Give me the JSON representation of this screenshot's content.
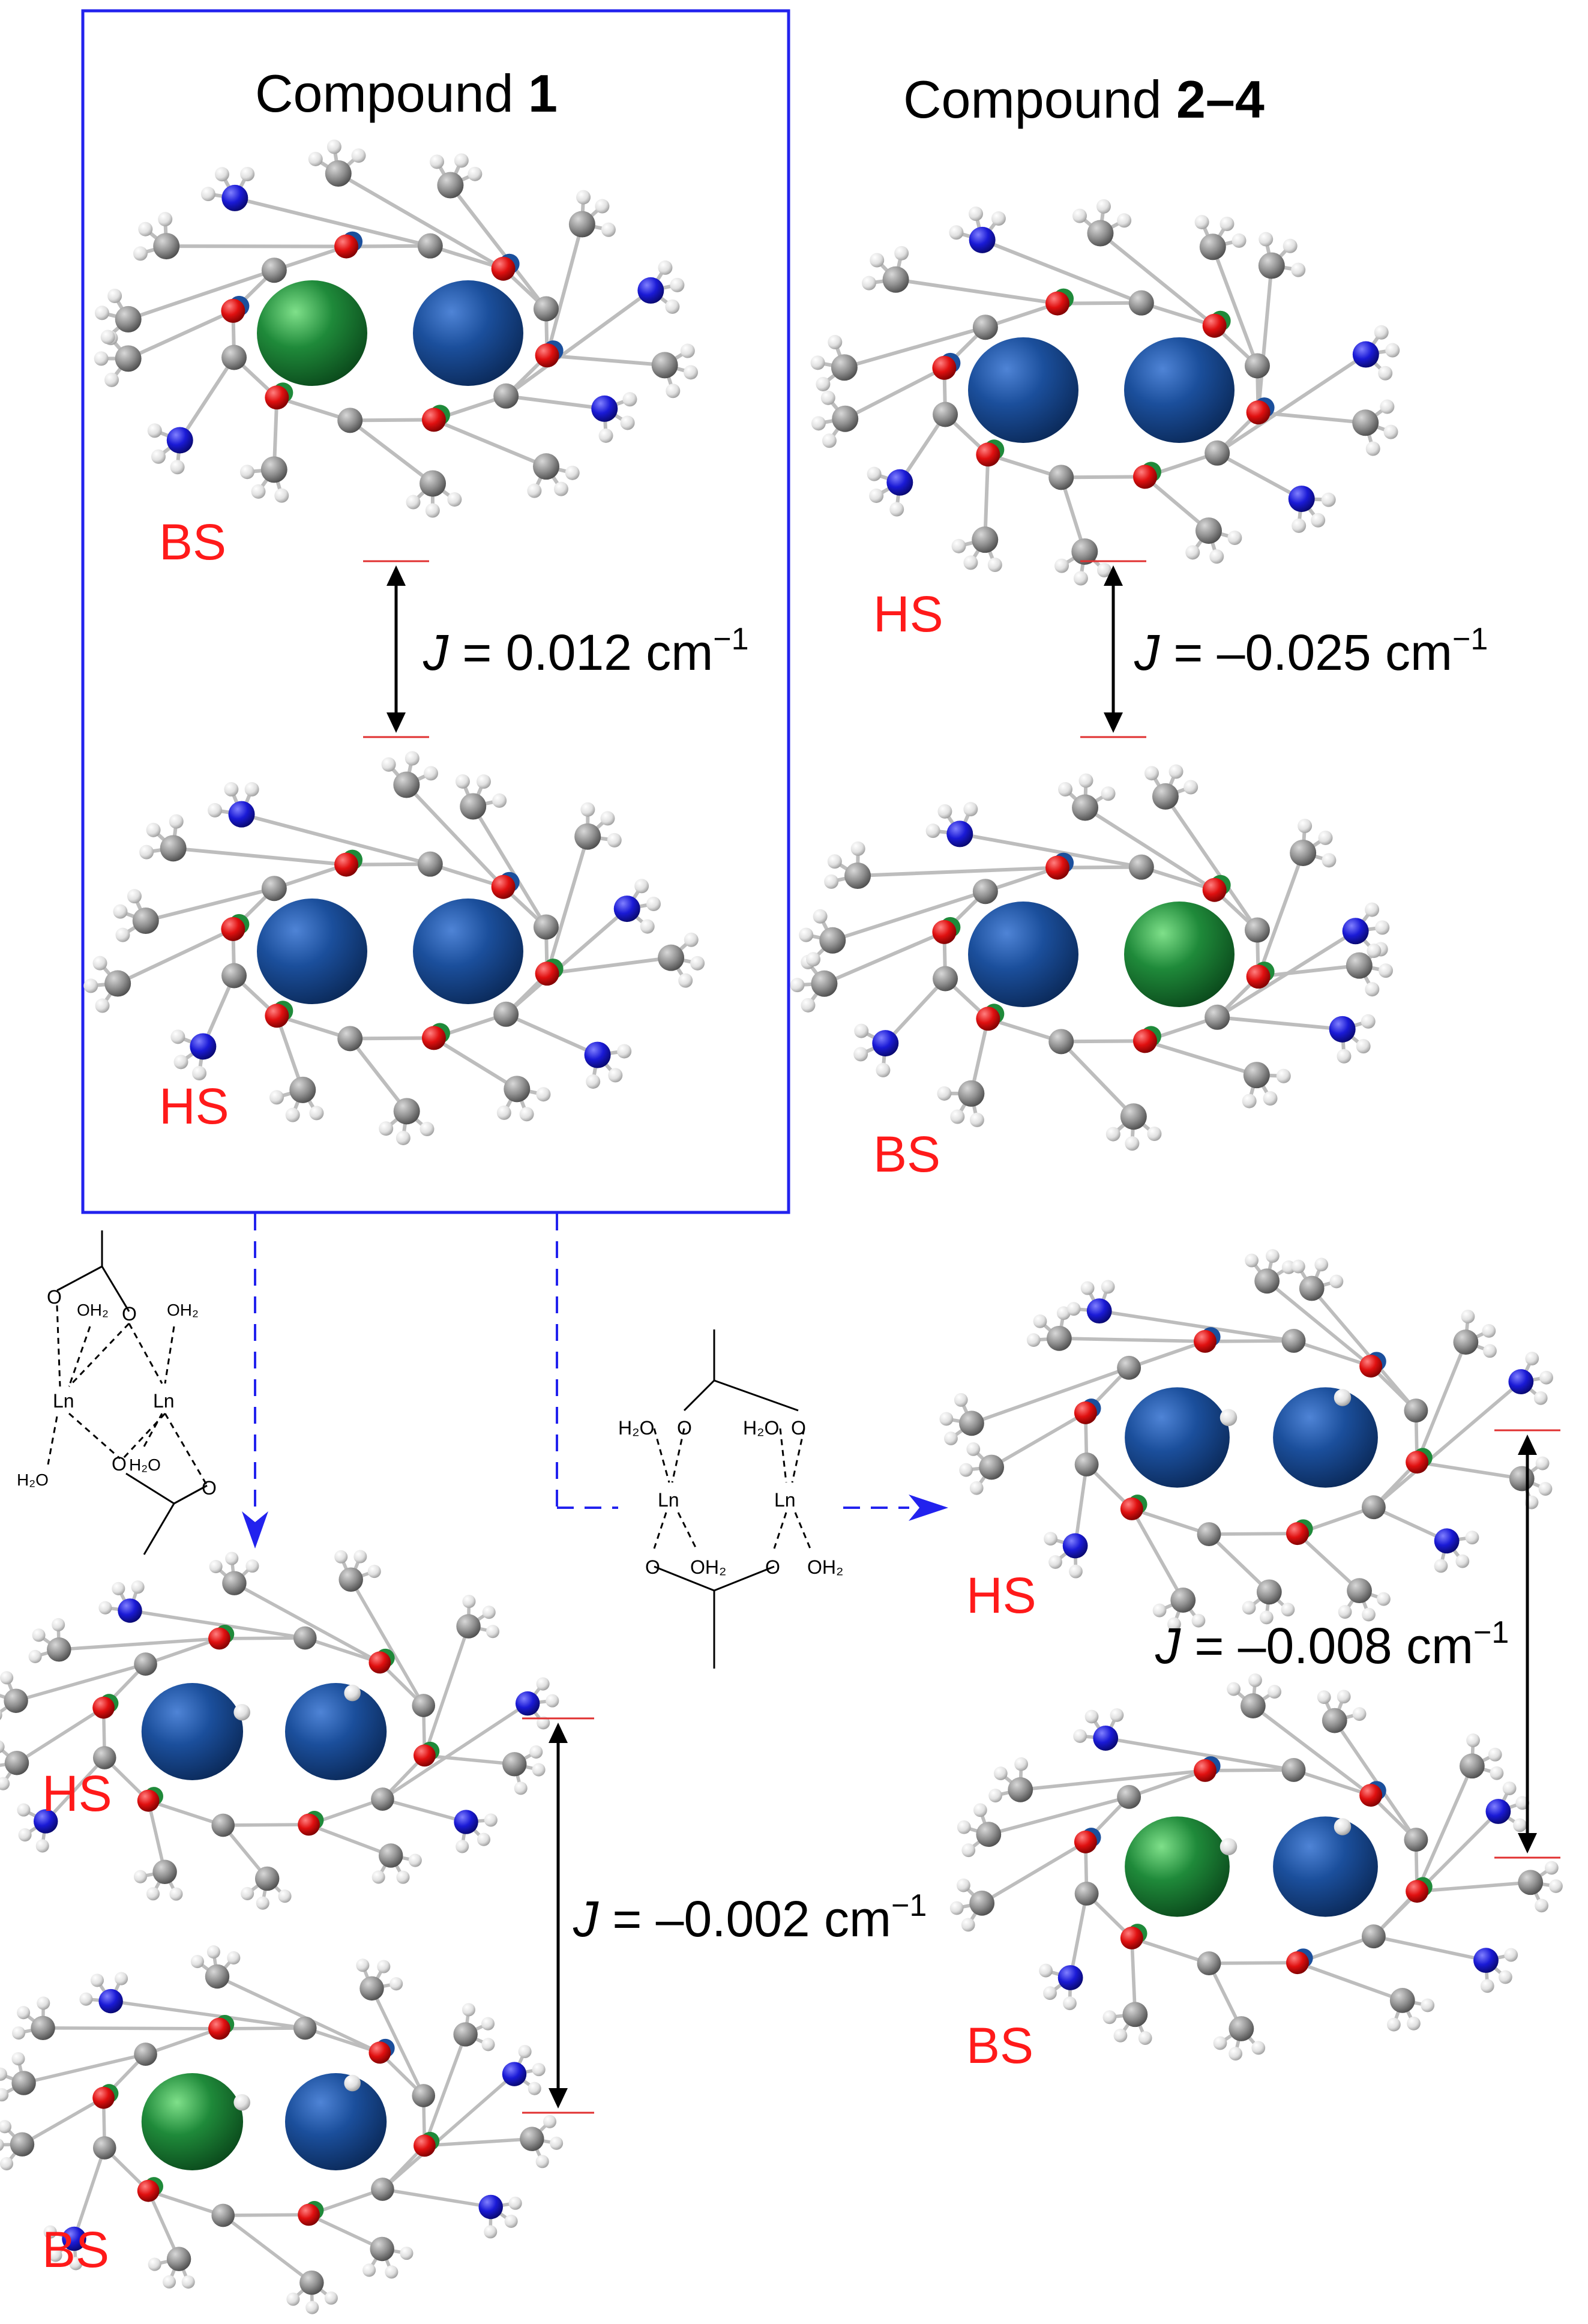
{
  "headers": {
    "compound1_prefix": "Compound ",
    "compound1_bold": "1",
    "compound24_prefix": "Compound ",
    "compound24_bold": "2–4"
  },
  "panels": {
    "c1_top_state": "BS",
    "c1_bottom_state": "HS",
    "c24_top_state": "HS",
    "c24_bottom_state": "BS",
    "left_lower_top_state": "HS",
    "left_lower_bottom_state": "BS",
    "right_lower_top_state": "HS",
    "right_lower_bottom_state": "BS"
  },
  "couplings": {
    "symbol": "J",
    "c1": " = 0.012 cm",
    "c24": " = –0.025 cm",
    "left_lower": " = –0.002 cm",
    "right_lower": " = –0.008 cm",
    "exponent": "−1"
  },
  "schemes": {
    "left": {
      "ln1": "Ln",
      "ln2": "Ln",
      "o": "O",
      "h2o": "H₂O",
      "oh2": "OH₂"
    },
    "middle": {
      "ln1": "Ln",
      "ln2": "Ln",
      "o": "O",
      "h2o": "H₂O",
      "oh2": "OH₂"
    }
  },
  "colors": {
    "spin_up": "#1b4f9c",
    "spin_down": "#1f8a3a",
    "oxygen": "#e01010",
    "nitrogen": "#1a1ad6",
    "carbon": "#8f8f8f",
    "hydrogen": "#e6e6e6",
    "frame": "#2222ee",
    "state_label": "#ff1a1a",
    "level_line": "#e03030"
  }
}
